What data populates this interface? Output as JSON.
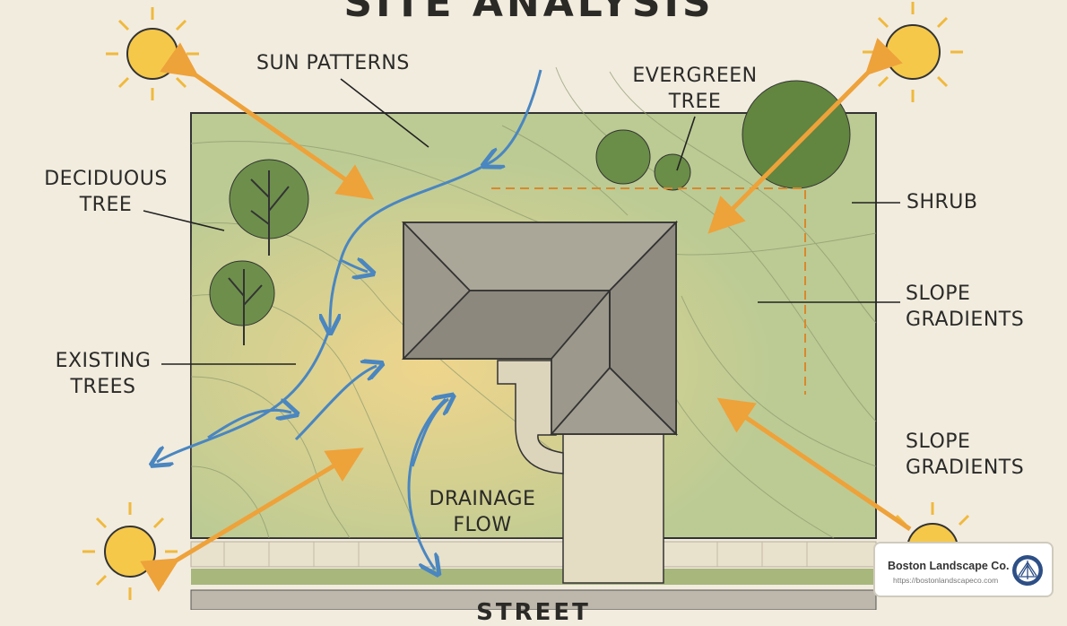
{
  "title": "SITE ANALYSIS",
  "street_label": "STREET",
  "labels": {
    "sun_patterns": "SUN PATTERNS",
    "evergreen_tree": [
      "EVERGREEN",
      "TREE"
    ],
    "deciduous_tree": [
      "DECIDUOUS",
      "TREE"
    ],
    "shrub": "SHRUB",
    "slope_gradients_1": [
      "SLOPE",
      "GRADIENTS"
    ],
    "existing_trees": [
      "EXISTING",
      "TREES"
    ],
    "slope_gradients_2": [
      "SLOPE",
      "GRADIENTS"
    ],
    "drainage_flow": [
      "DRAINAGE",
      "FLOW"
    ]
  },
  "badge": {
    "name": "Boston Landscape Co.",
    "url": "https://bostonlandscapeco.com"
  },
  "colors": {
    "background": "#f2ecdf",
    "lot_green": "#b7c98f",
    "sun": "#f5c84a",
    "sun_arrow": "#eea23a",
    "drainage_arrow": "#4a86c0",
    "roof": "#9a968a"
  }
}
